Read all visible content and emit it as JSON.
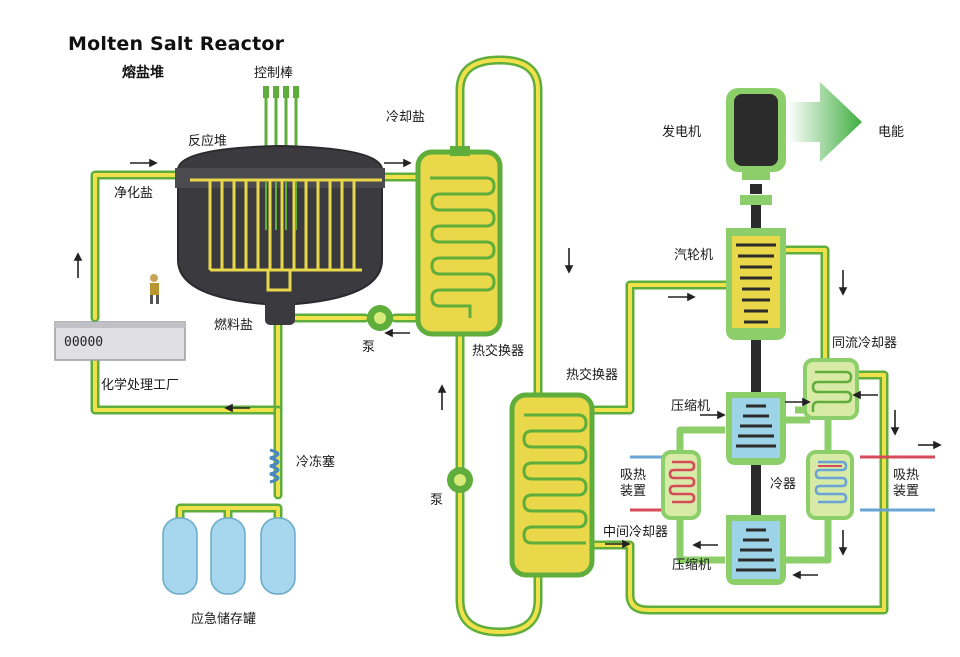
{
  "header": {
    "title": "Molten Salt Reactor",
    "subtitle": "熔盐堆"
  },
  "labels": {
    "control_rods": "控制棒",
    "reactor": "反应堆",
    "purified_salt": "净化盐",
    "fuel_salt": "燃料盐",
    "chemical_plant": "化学处理工厂",
    "freeze_plug": "冷冻塞",
    "emergency_tanks": "应急储存罐",
    "coolant_salt": "冷却盐",
    "pump_1": "泵",
    "pump_2": "泵",
    "heat_exchanger_1": "热交换器",
    "heat_exchanger_2": "热交换器",
    "generator": "发电机",
    "electricity": "电能",
    "turbine": "汽轮机",
    "recuperator": "同流冷却器",
    "compressor_1": "压缩机",
    "compressor_2": "压缩机",
    "heat_absorber_left": "吸热装置",
    "heat_absorber_right": "吸热装置",
    "intercooler": "中间冷却器",
    "cooler": "冷器"
  },
  "chem_plant_display": "00000",
  "colors": {
    "pipe_yellow": "#f0e04a",
    "pipe_green": "#5fae3c",
    "reactor_dark": "#3a3a3f",
    "heat_exchanger_fill": "#e8d84a",
    "tank_blue": "#a7d7ef",
    "generator_dark": "#2b2b2b",
    "arrow_green": "#5cc35c",
    "compressor_blue": "#9cd3e6",
    "hot_red": "#d64a5a",
    "cold_blue": "#6aa3d6"
  }
}
